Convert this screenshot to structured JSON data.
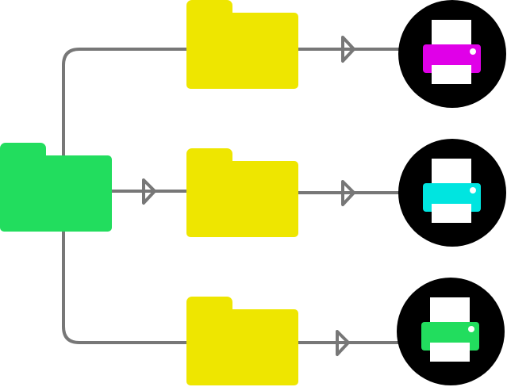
{
  "colors": {
    "source_folder": "#22dd5e",
    "target_folder": "#eee600",
    "connector": "#777777",
    "printer_circle": "#000000",
    "paper": "#ffffff"
  },
  "printers": [
    {
      "name": "printer-magenta",
      "color": "#e000e8"
    },
    {
      "name": "printer-cyan",
      "color": "#00e5e0"
    },
    {
      "name": "printer-green",
      "color": "#22dd5e"
    }
  ]
}
